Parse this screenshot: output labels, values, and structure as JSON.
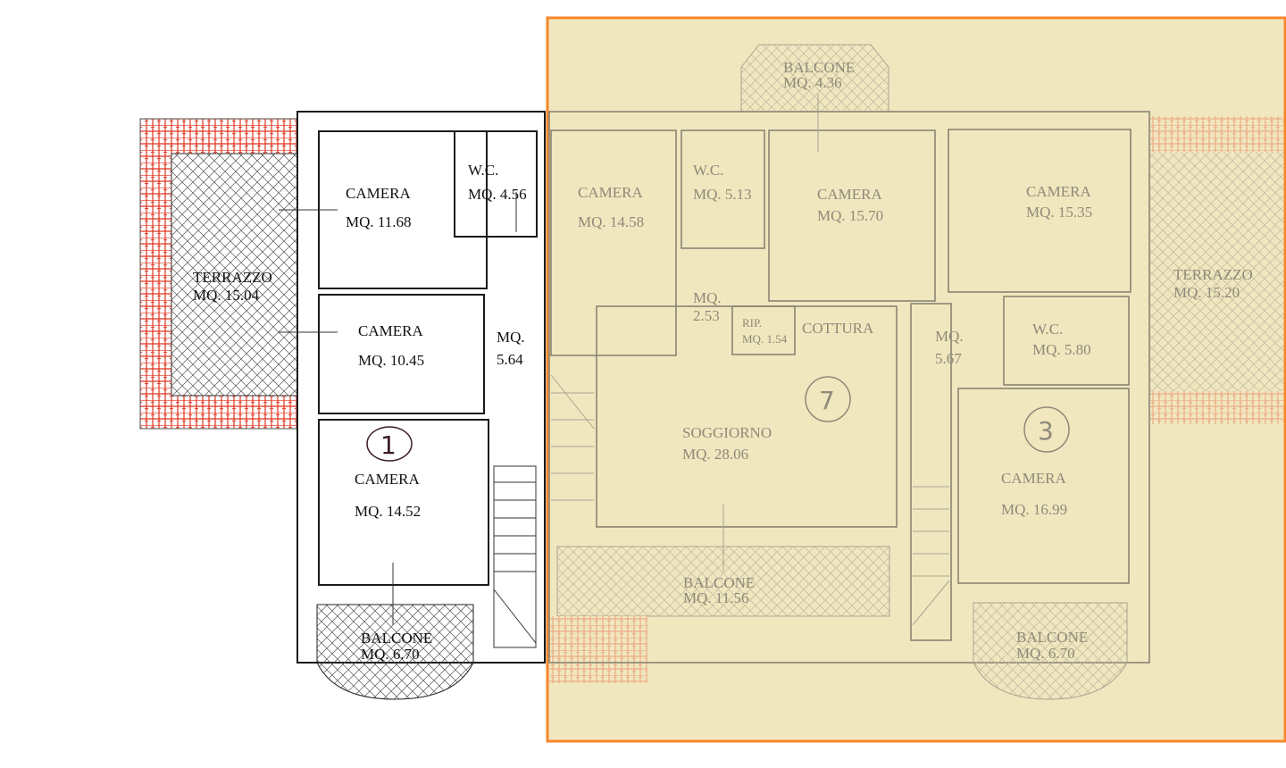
{
  "unit_left": {
    "number": "1",
    "rooms": [
      {
        "name": "CAMERA",
        "area": "MQ. 11.68"
      },
      {
        "name": "W.C.",
        "area": "MQ. 4.56"
      },
      {
        "name": "CAMERA",
        "area": "MQ. 10.45"
      },
      {
        "name": "MQ.",
        "area": "5.64"
      },
      {
        "name": "CAMERA",
        "area": "MQ. 14.52"
      },
      {
        "name": "TERRAZZO",
        "area": "MQ. 15.04"
      },
      {
        "name": "BALCONE",
        "area": "MQ. 6.70"
      }
    ]
  },
  "unit_right": {
    "numbers": [
      "7",
      "3"
    ],
    "rooms": [
      {
        "name": "BALCONE",
        "area": "MQ. 4.36"
      },
      {
        "name": "CAMERA",
        "area": "MQ. 14.58"
      },
      {
        "name": "W.C.",
        "area": "MQ. 5.13"
      },
      {
        "name": "CAMERA",
        "area": "MQ. 15.70"
      },
      {
        "name": "CAMERA",
        "area": "MQ.  15.35"
      },
      {
        "name": "TERRAZZO",
        "area": "MQ. 15.20"
      },
      {
        "name": "MQ.",
        "area": "2.53"
      },
      {
        "name": "RIP.",
        "area": "MQ. 1.54"
      },
      {
        "name": "COTTURA",
        "area": ""
      },
      {
        "name": "MQ.",
        "area": "5.67"
      },
      {
        "name": "W.C.",
        "area": "MQ. 5.80"
      },
      {
        "name": "SOGGIORNO",
        "area": "MQ. 28.06"
      },
      {
        "name": "CAMERA",
        "area": "MQ. 16.99"
      },
      {
        "name": "BALCONE",
        "area": "MQ. 11.56"
      },
      {
        "name": "BALCONE",
        "area": "MQ. 6.70"
      }
    ]
  },
  "colors": {
    "highlight_border": "#f7862a",
    "highlight_fill": "#f1e7bf",
    "tile": "#e0341f"
  }
}
